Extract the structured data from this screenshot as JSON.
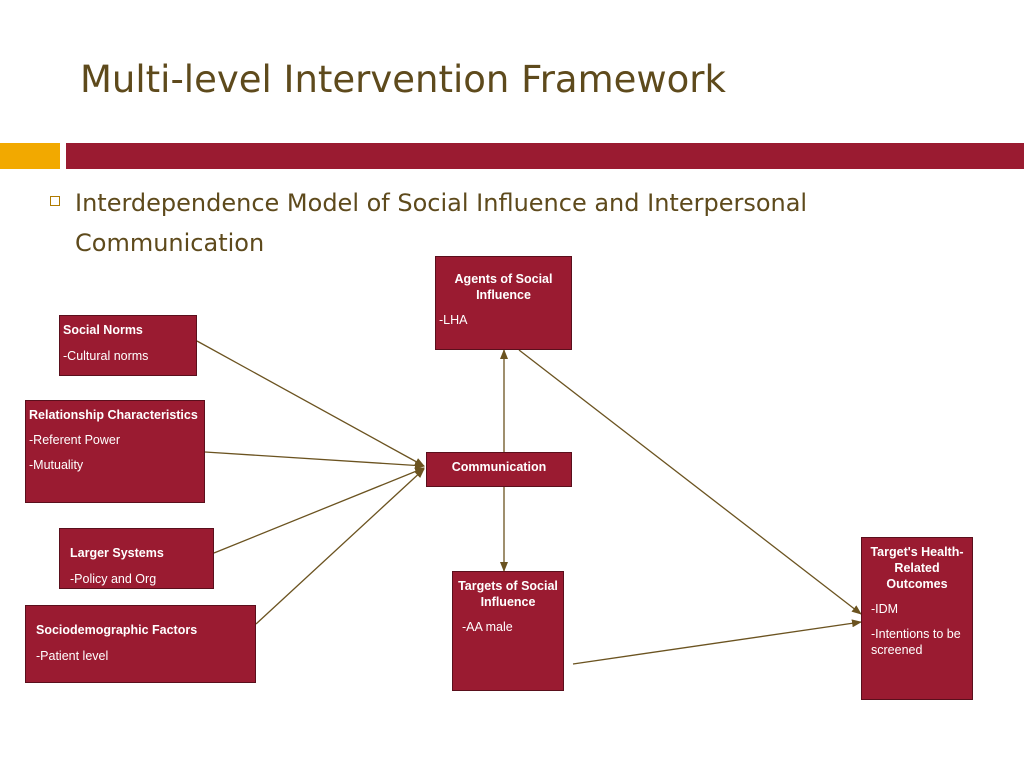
{
  "slide": {
    "title": "Multi-level Intervention Framework",
    "bullet": "Interdependence Model of Social Influence and Interpersonal Communication"
  },
  "colors": {
    "title": "#5e4a1c",
    "box_fill": "#9a1b31",
    "accent_gold": "#f2a900",
    "accent_crimson": "#9a1b31",
    "arrow": "#6b5320"
  },
  "diagram": {
    "nodes": {
      "social_norms": {
        "title": "Social Norms",
        "details": [
          "-Cultural norms"
        ]
      },
      "relationship": {
        "title": "Relationship Characteristics",
        "details": [
          "-Referent Power",
          "-Mutuality"
        ]
      },
      "larger_systems": {
        "title": "Larger Systems",
        "details": [
          "-Policy and Org"
        ]
      },
      "sociodemographic": {
        "title": "Sociodemographic Factors",
        "details": [
          "-Patient level"
        ]
      },
      "agents": {
        "title": "Agents of Social Influence",
        "details": [
          "-LHA"
        ]
      },
      "communication": {
        "title": "Communication",
        "details": []
      },
      "targets": {
        "title": "Targets of Social Influence",
        "details": [
          "-AA male"
        ]
      },
      "outcomes": {
        "title": "Target's Health-Related Outcomes",
        "details": [
          "-IDM",
          "-Intentions to be screened"
        ]
      }
    },
    "edges": [
      {
        "from": "social_norms",
        "to": "communication"
      },
      {
        "from": "relationship",
        "to": "communication"
      },
      {
        "from": "larger_systems",
        "to": "communication"
      },
      {
        "from": "sociodemographic",
        "to": "communication"
      },
      {
        "from": "communication",
        "to": "agents"
      },
      {
        "from": "communication",
        "to": "targets"
      },
      {
        "from": "agents",
        "to": "outcomes"
      },
      {
        "from": "targets",
        "to": "outcomes"
      }
    ]
  }
}
